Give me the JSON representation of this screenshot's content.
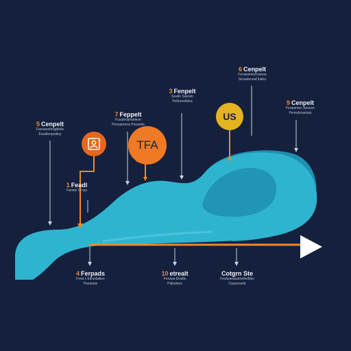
{
  "colors": {
    "background": "#15203d",
    "wave": "#2fb4d0",
    "wave_dark": "#1f8fb0",
    "accent": "#f08a2a",
    "yellow": "#e3b420",
    "line": "#c9d2e3",
    "arrow_head": "#ffffff"
  },
  "labels": {
    "label_1": {
      "num": "1",
      "text": "Feadl",
      "sub1": "Fanele Crnas"
    },
    "label_3": {
      "num": "3",
      "text": "Fenpelt",
      "sub1": "Seatin Saeivin",
      "sub2": "Peltoorelidoa"
    },
    "label_5": {
      "num": "5",
      "text": "Cenpelt",
      "sub1": "Fansaeetinigdielle",
      "sub2": "Ereallonpodiey"
    },
    "label_6": {
      "num": "6",
      "text": "Cenpelt",
      "sub1": "Fenaeteninreisnoa",
      "sub2": "Seraateneaf liaiiks"
    },
    "label_7": {
      "num": "7",
      "text": "Feppelt",
      "sub1": "Fuasltnlamaiieoe",
      "sub2": "Pensantona Pesaeds"
    },
    "label_9": {
      "num": "9",
      "text": "Cenpelt",
      "sub1": "Fenpantes Seacee",
      "sub2": "Perealonanlasi"
    },
    "bottom_4": {
      "num": "4",
      "text": "Ferpads",
      "sub1": "Fesd c Eilocdaliiee",
      "sub2": "Pasanias"
    },
    "bottom_10": {
      "num": "10",
      "text": "etrealt",
      "sub1": "Fexaoa Elsdlis",
      "sub2": "Pallsdaes"
    },
    "bottom_cg": {
      "num": "",
      "text": "Cotgrn Ste",
      "sub1": "Feslioaeasatnefiedtles",
      "sub2": "Casaonsde"
    }
  },
  "badges": {
    "tfa": "TFA",
    "us": "US"
  },
  "icons": {
    "person_badge": "person-card-icon",
    "arrow": "arrow-right-icon"
  }
}
